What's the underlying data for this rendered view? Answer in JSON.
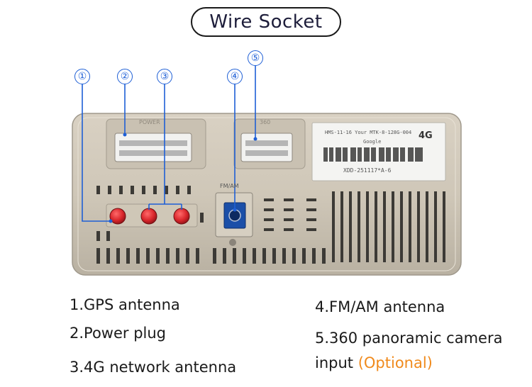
{
  "title": "Wire Socket",
  "markers": [
    "①",
    "②",
    "③",
    "④",
    "⑤"
  ],
  "device": {
    "left_connector_label": "POWER",
    "right_connector_label": "360",
    "fm_label": "FM/AM",
    "sticker": {
      "line1": "HMS-11-16 Your MTK-8-128G-004",
      "line2": "Google",
      "badge": "4G",
      "line3": "XDD-251117*A-6"
    }
  },
  "labels": {
    "l1": "1.GPS antenna",
    "l2": "2.Power plug",
    "l3": "3.4G network antenna",
    "l4": "4.FM/AM antenna",
    "l5a": "5.360 panoramic camera",
    "l5b": "input ",
    "l5opt": "(Optional)"
  },
  "colors": {
    "accent_blue": "#1e5fd6",
    "optional_orange": "#f08a1c",
    "antenna_red": "#d9262b",
    "fakra_blue": "#1b4fa8"
  }
}
